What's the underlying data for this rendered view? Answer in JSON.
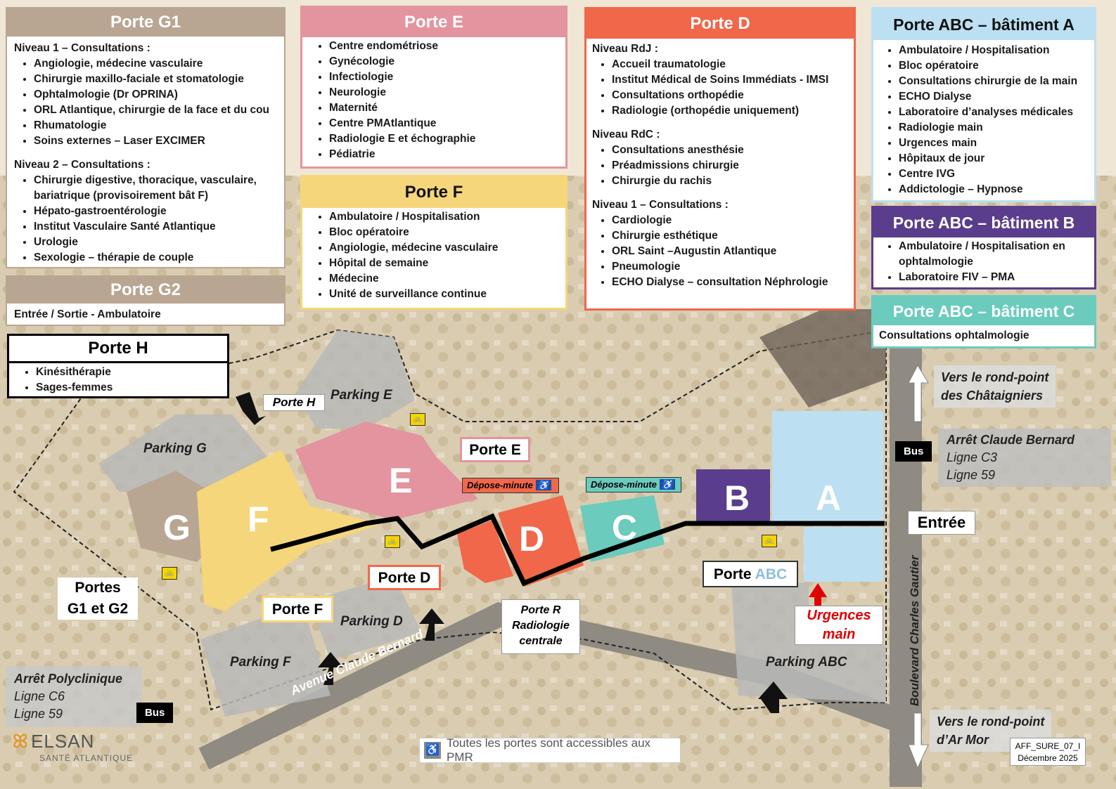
{
  "panels": {
    "g1": {
      "title": "Porte G1",
      "sections": [
        {
          "heading": "Niveau 1 – Consultations :",
          "items": [
            "Angiologie, médecine vasculaire",
            "Chirurgie maxillo-faciale et stomatologie",
            "Ophtalmologie (Dr OPRINA)",
            "ORL Atlantique, chirurgie de la face et du cou",
            "Rhumatologie",
            "Soins externes – Laser EXCIMER"
          ]
        },
        {
          "heading": "Niveau 2 – Consultations :",
          "items": [
            "Chirurgie digestive, thoracique, vasculaire, bariatrique (provisoirement bât F)",
            "Hépato-gastroentérologie",
            "Institut Vasculaire Santé Atlantique",
            "Urologie",
            "Sexologie – thérapie de couple"
          ]
        }
      ]
    },
    "g2": {
      "title": "Porte G2",
      "text": "Entrée / Sortie - Ambulatoire"
    },
    "h": {
      "title": "Porte H",
      "items": [
        "Kinésithérapie",
        "Sages-femmes"
      ]
    },
    "e": {
      "title": "Porte E",
      "items": [
        "Centre endométriose",
        "Gynécologie",
        "Infectiologie",
        "Neurologie",
        "Maternité",
        "Centre PMAtlantique",
        "Radiologie E et échographie",
        "Pédiatrie"
      ]
    },
    "f": {
      "title": "Porte F",
      "items": [
        "Ambulatoire / Hospitalisation",
        "Bloc opératoire",
        "Angiologie, médecine vasculaire",
        "Hôpital de semaine",
        "Médecine",
        "Unité de surveillance continue"
      ]
    },
    "d": {
      "title": "Porte D",
      "sections": [
        {
          "heading": "Niveau RdJ :",
          "items": [
            "Accueil traumatologie",
            "Institut Médical de Soins Immédiats - IMSI",
            "Consultations orthopédie",
            "Radiologie (orthopédie uniquement)"
          ]
        },
        {
          "heading": "Niveau RdC :",
          "items": [
            "Consultations anesthésie",
            "Préadmissions chirurgie",
            "Chirurgie du rachis"
          ]
        },
        {
          "heading": "Niveau 1 – Consultations :",
          "items": [
            "Cardiologie",
            "Chirurgie esthétique",
            "ORL Saint –Augustin Atlantique",
            "Pneumologie",
            "ECHO Dialyse – consultation Néphrologie"
          ]
        }
      ]
    },
    "abc_a": {
      "title": "Porte ABC – bâtiment A",
      "items": [
        "Ambulatoire / Hospitalisation",
        "Bloc opératoire",
        "Consultations chirurgie de la main",
        "ECHO Dialyse",
        "Laboratoire d’analyses médicales",
        "Radiologie main",
        "Urgences main",
        "Hôpitaux de jour",
        "Centre IVG",
        "Addictologie – Hypnose"
      ]
    },
    "abc_b": {
      "title": "Porte ABC – bâtiment B",
      "items": [
        "Ambulatoire / Hospitalisation en ophtalmologie",
        "Laboratoire FIV – PMA"
      ]
    },
    "abc_c": {
      "title": "Porte ABC – bâtiment C",
      "text": "Consultations ophtalmologie"
    }
  },
  "map": {
    "buildings": {
      "g": "G",
      "f": "F",
      "e": "E",
      "d": "D",
      "c": "C",
      "b": "B",
      "a": "A"
    },
    "parkings": {
      "g": "Parking G",
      "e": "Parking E",
      "f": "Parking F",
      "d": "Parking D",
      "abc": "Parking ABC"
    },
    "door_labels": {
      "h": "Porte H",
      "e": "Porte E",
      "d": "Porte D",
      "f": "Porte F",
      "g": "Portes\nG1 et G2",
      "abc_prefix": "Porte ",
      "abc_suffix": "ABC",
      "r": "Porte R\nRadiologie\ncentrale",
      "entree": "Entrée",
      "urgences": "Urgences\nmain"
    },
    "depose_minute_1": "Dépose-minute",
    "depose_minute_2": "Dépose-minute",
    "roads": {
      "avenue": "Avenue Claude Bernard",
      "boulevard": "Boulevard Charles Gautier"
    },
    "directions": {
      "north": "Vers le rond-point\ndes Châtaigniers",
      "south": "Vers le rond-point\nd’Ar Mor"
    },
    "bus_stops": [
      {
        "name": "Arrêt Claude Bernard",
        "lines": [
          "Ligne C3",
          "Ligne 59"
        ]
      },
      {
        "name": "Arrêt Polyclinique",
        "lines": [
          "Ligne C6",
          "Ligne 59"
        ]
      }
    ],
    "bus_label": "Bus"
  },
  "footer": {
    "logo": "ELSAN",
    "logo_sub": "SANTÉ ATLANTIQUE",
    "pmr_note": "Toutes les portes sont accessibles aux PMR",
    "ref": "AFF_SURE_07_I",
    "date": "Décembre 2025"
  },
  "colors": {
    "g": "#b9a692",
    "e": "#e3949e",
    "f": "#f6d67a",
    "d": "#f0674a",
    "abc_a": "#bce0f2",
    "abc_b": "#5a3d8c",
    "abc_c": "#6bcbbd",
    "red": "#e00000"
  }
}
